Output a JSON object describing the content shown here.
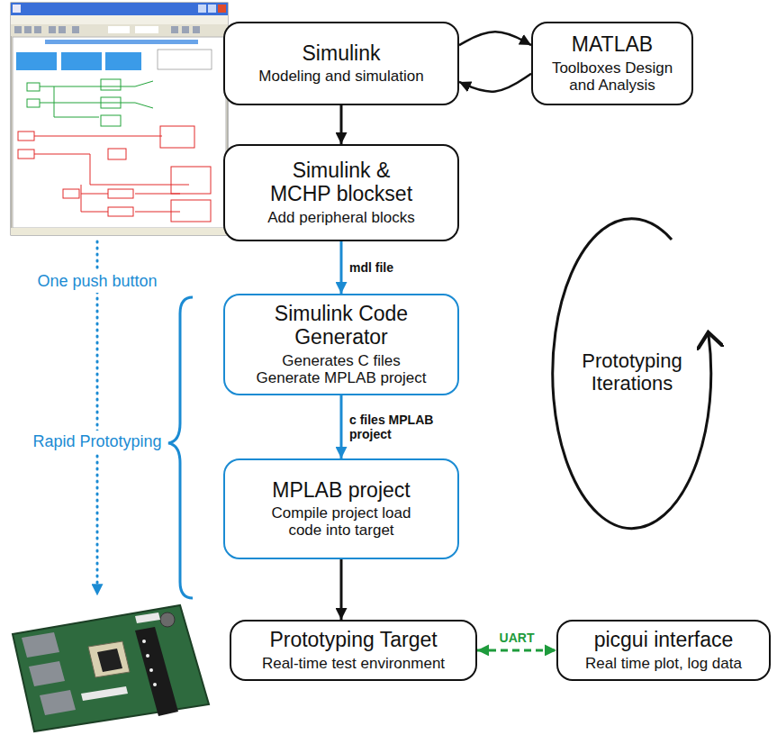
{
  "diagram": {
    "nodes": [
      {
        "text": [
          "Simulink",
          "Modeling and simulation"
        ]
      },
      {
        "text": [
          "MATLAB",
          "Toolboxes Design and Analysis"
        ]
      },
      {
        "text": [
          "Simulink & MCHP blockset",
          "Add peripheral blocks"
        ]
      },
      {
        "text": [
          "Simulink Code Generator",
          "Generates C files Generate MPLAB project"
        ]
      },
      {
        "text": [
          "MPLAB project",
          "Compile project load code into target"
        ]
      },
      {
        "text": [
          "Prototyping Target",
          "Real-time test environment"
        ]
      },
      {
        "text": [
          "picgui interface",
          "Real time plot, log data"
        ]
      }
    ],
    "edges": [
      {
        "from": 0,
        "to": 1,
        "arrow": "to"
      },
      {
        "from": 1,
        "to": 0,
        "arrow": "to"
      },
      {
        "from": 0,
        "to": 2,
        "arrow": "to"
      },
      {
        "from": 2,
        "to": 3,
        "label": "mdl file",
        "arrow": "to"
      },
      {
        "from": 3,
        "to": 4,
        "label": "c files MPLAB project",
        "arrow": "to"
      },
      {
        "from": 4,
        "to": 5,
        "arrow": "to"
      },
      {
        "from": 5,
        "to": 6,
        "label": "UART",
        "arrow": "both"
      }
    ],
    "labels": [
      "One push button",
      "Rapid Prototyping",
      "Prototyping Iterations"
    ]
  }
}
